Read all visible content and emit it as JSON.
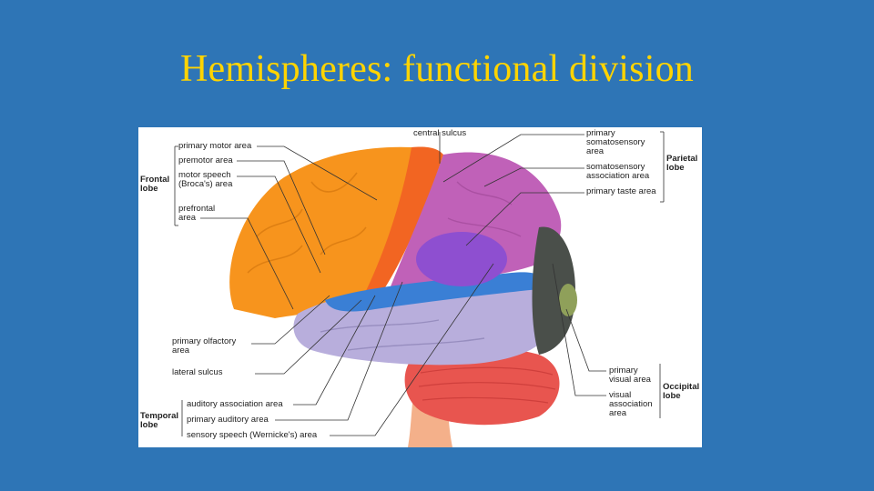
{
  "slide": {
    "title": "Hemispheres: functional division"
  },
  "diagram": {
    "lobes": {
      "frontal": "Frontal\nlobe",
      "parietal": "Parietal\nlobe",
      "temporal": "Temporal\nlobe",
      "occipital": "Occipital\nlobe"
    },
    "labels": {
      "central_sulcus": "central sulcus",
      "primary_motor_area": "primary motor area",
      "premotor_area": "premotor area",
      "motor_speech_area": "motor speech\n(Broca's) area",
      "prefrontal_area": "prefrontal\narea",
      "primary_somatosensory_area": "primary\nsomatosensory\narea",
      "somatosensory_association_area": "somatosensory\nassociation area",
      "primary_taste_area": "primary taste area",
      "primary_olfactory_area": "primary olfactory\narea",
      "lateral_sulcus": "lateral sulcus",
      "auditory_association_area": "auditory association area",
      "primary_auditory_area": "primary auditory area",
      "sensory_speech_area": "sensory speech (Wernicke's) area",
      "primary_visual_area": "primary\nvisual area",
      "visual_association_area": "visual\nassociation\narea"
    }
  }
}
